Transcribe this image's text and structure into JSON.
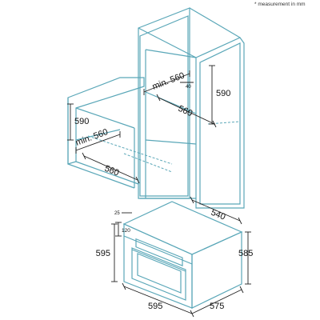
{
  "note": "* measurement in mm",
  "column_unit": {
    "min_width": "min. 560",
    "gap": "40",
    "height": "590",
    "depth": "560"
  },
  "under_counter": {
    "height": "590",
    "min_width": "min. 560",
    "depth": "560"
  },
  "oven": {
    "top_offset": "25",
    "panel_height": "120",
    "front_height": "595",
    "body_height": "585",
    "width": "595",
    "depth": "575",
    "overall_depth": "540"
  },
  "colors": {
    "cabinet_line": "#5aa7b8",
    "dimension_line": "#222222"
  }
}
